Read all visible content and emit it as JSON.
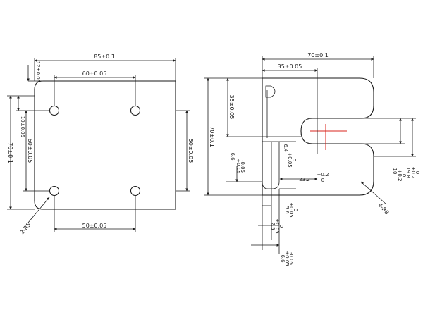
{
  "left_view": {
    "width": "85±0.1",
    "hole_spacing_top": "60±0.05",
    "hole_spacing_bottom": "50±0.05",
    "top_edge_offset": "12±0.05",
    "left_edge_offset": "10±0.05",
    "hole_spacing_vertical": "60±0.05",
    "height": "70±0.1",
    "right_height": "50±0.05",
    "hole_callout": "2-R5"
  },
  "right_view": {
    "width": "70±0.1",
    "slot_depth": "35±0.05",
    "upper_height": "35±0.05",
    "height": "70±0.1",
    "slot_width_a": "6.6",
    "slot_width_a_tol": [
      "+0.05",
      "-0.05"
    ],
    "slot_offset": "23.2",
    "slot_offset_tol": [
      "+0.2",
      "0"
    ],
    "slot_height": "10",
    "slot_height_tol": [
      "+0.2",
      "0"
    ],
    "slot_span": "19.8",
    "slot_span_tol": [
      "+0.2",
      "0"
    ],
    "dim_a": "6.4",
    "dim_a_tol": [
      "+0.05",
      "0"
    ],
    "dim_b": "5.6",
    "dim_b_tol": [
      "+0.05",
      "0"
    ],
    "dim_c": "2.5",
    "dim_c_tol": [
      "+0.05",
      "0"
    ],
    "dim_d": "6.6",
    "dim_d_tol": [
      "+0.05",
      "-0.05"
    ],
    "corner_callout": "4-R8"
  }
}
